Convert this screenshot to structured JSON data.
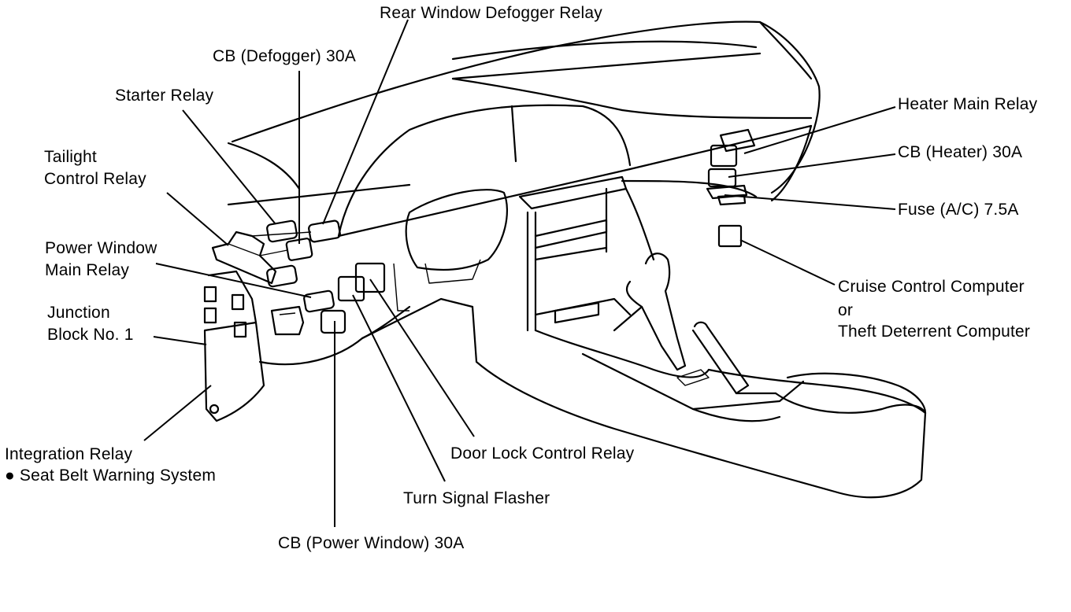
{
  "labels": {
    "rear_window_defogger_relay": "Rear Window Defogger Relay",
    "cb_defogger": "CB (Defogger) 30A",
    "starter_relay": "Starter Relay",
    "tailight_control_relay_1": "Tailight",
    "tailight_control_relay_2": "Control Relay",
    "power_window_main_relay_1": "Power Window",
    "power_window_main_relay_2": "Main Relay",
    "junction_block_1": "Junction",
    "junction_block_2": "Block No. 1",
    "integration_relay": "Integration Relay",
    "seat_belt_warning": "● Seat Belt Warning System",
    "cb_power_window": "CB (Power Window) 30A",
    "turn_signal_flasher": "Turn Signal Flasher",
    "door_lock_control_relay": "Door Lock Control Relay",
    "heater_main_relay": "Heater Main Relay",
    "cb_heater": "CB (Heater) 30A",
    "fuse_ac": "Fuse (A/C) 7.5A",
    "cruise_control_computer": "Cruise Control Computer",
    "or": "or",
    "theft_deterrent_computer": "Theft Deterrent Computer"
  }
}
